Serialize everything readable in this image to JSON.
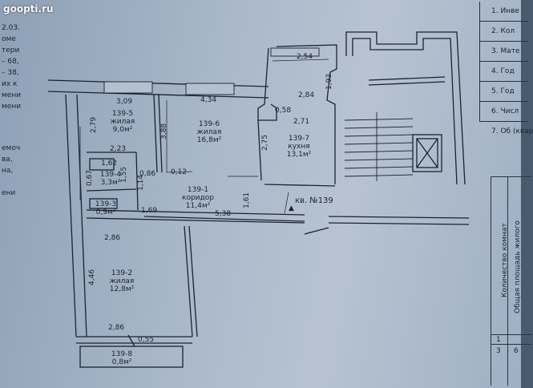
{
  "watermark": "goopti.ru",
  "left_margin_text": [
    "2.03.",
    "оме",
    "тери",
    "– 68,",
    "– 38,",
    "их к",
    "мени",
    "мени",
    "емоч",
    "ва, ",
    "на,",
    "ени"
  ],
  "rooms": {
    "r5": {
      "id": "139-5",
      "type": "жилая",
      "area": "9,0м²"
    },
    "r6": {
      "id": "139-6",
      "type": "жилая",
      "area": "16,8м²"
    },
    "r7": {
      "id": "139-7",
      "type": "кухня",
      "area": "13,1м²"
    },
    "r4": {
      "id": "139-4",
      "area": "3,3м²"
    },
    "r3": {
      "id": "139-3",
      "area": "0,9м²"
    },
    "r1": {
      "id": "139-1",
      "type": "коридор",
      "area": "11,4м²"
    },
    "r2": {
      "id": "139-2",
      "type": "жилая",
      "area": "12,8м²"
    },
    "r8": {
      "id": "139-8",
      "area": "0,8м²"
    }
  },
  "apartment_label": "кв. №139",
  "dimensions": {
    "d309": "3,09",
    "d434": "4,34",
    "d254": "2,54",
    "d193": "1,93",
    "d058": "0,58",
    "d284": "2,84",
    "d271": "2,71",
    "d279": "2,79",
    "d223": "2,23",
    "d388": "3,88",
    "d275": "2,75",
    "d162": "1,62",
    "d086": "0,86",
    "d012": "0,12",
    "d155": "1,55",
    "d114": "1,14",
    "d067": "0,67",
    "d161": "1,61",
    "d169": "1,69",
    "d538": "5,38",
    "d286a": "2,86",
    "d446": "4,46",
    "d286b": "2,86",
    "d055": "0,55"
  },
  "table_top": [
    "1. Инве",
    "2. Кол",
    "3. Мате",
    "4. Год",
    "5. Год",
    "6. Числ",
    "7. Об (квар"
  ],
  "table_bottom": {
    "header1": "Количество комнат",
    "header2": "Общая площадь жилого",
    "row_1": "1",
    "row_3a": "3",
    "row_3b": "6"
  }
}
